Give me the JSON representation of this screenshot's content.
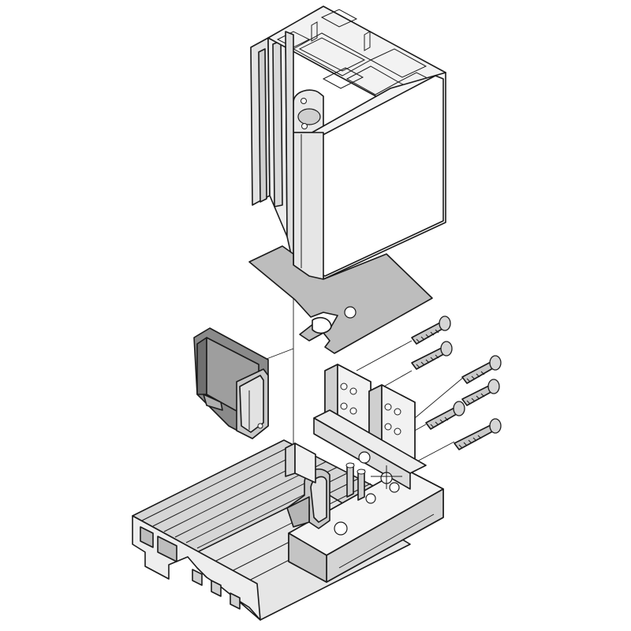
{
  "figure": {
    "labels": []
  },
  "colors": {
    "background": "#ffffff",
    "outline": "#1a1a1a",
    "part_light": "#f1f1f1",
    "part_mid": "#dcdcdc",
    "part_dark": "#b8b8b8",
    "cap_dark": "#7a7a7a",
    "gasket": "#bfbfbf"
  },
  "components": [
    "vertical-frame-profile",
    "gasket-plate",
    "end-cap",
    "connector-bracket-left",
    "connector-bracket-right",
    "screws",
    "threshold-profile",
    "corner-connector-block"
  ]
}
